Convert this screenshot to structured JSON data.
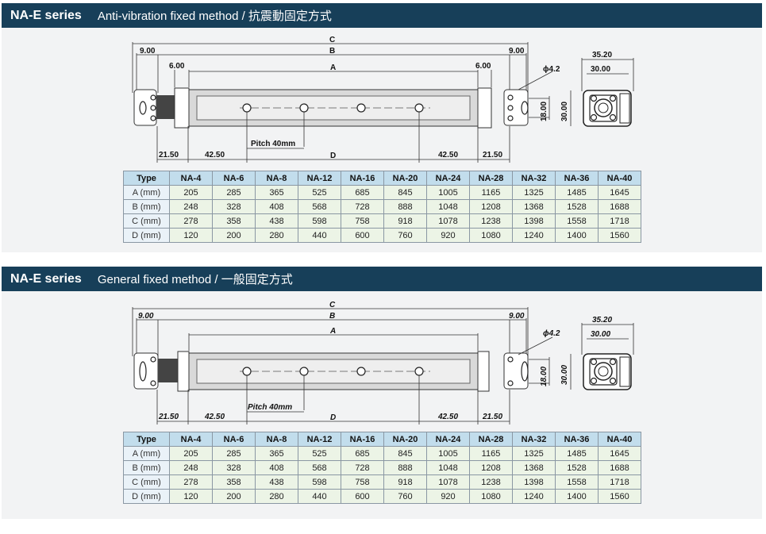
{
  "sections": [
    {
      "series": "NA-E series",
      "method": "Anti-vibration fixed method / 抗震動固定方式",
      "dims": {
        "C": "C",
        "B": "B",
        "A": "A",
        "D": "D",
        "left_9": "9.00",
        "right_9": "9.00",
        "left_6": "6.00",
        "right_6": "6.00",
        "hole": "ϕ4.2",
        "height_18": "18.00",
        "left_21": "21.50",
        "left_42": "42.50",
        "right_42": "42.50",
        "right_21": "21.50",
        "pitch": "Pitch 40mm",
        "width_35": "35.20",
        "width_30": "30.00",
        "height_30": "30.00"
      },
      "table": {
        "headers": [
          "Type",
          "NA-4",
          "NA-6",
          "NA-8",
          "NA-12",
          "NA-16",
          "NA-20",
          "NA-24",
          "NA-28",
          "NA-32",
          "NA-36",
          "NA-40"
        ],
        "rows": [
          [
            "A (mm)",
            "205",
            "285",
            "365",
            "525",
            "685",
            "845",
            "1005",
            "1165",
            "1325",
            "1485",
            "1645"
          ],
          [
            "B (mm)",
            "248",
            "328",
            "408",
            "568",
            "728",
            "888",
            "1048",
            "1208",
            "1368",
            "1528",
            "1688"
          ],
          [
            "C (mm)",
            "278",
            "358",
            "438",
            "598",
            "758",
            "918",
            "1078",
            "1238",
            "1398",
            "1558",
            "1718"
          ],
          [
            "D (mm)",
            "120",
            "200",
            "280",
            "440",
            "600",
            "760",
            "920",
            "1080",
            "1240",
            "1400",
            "1560"
          ]
        ]
      }
    },
    {
      "series": "NA-E series",
      "method": "General fixed method / 一般固定方式",
      "dims": {
        "C": "C",
        "B": "B",
        "A": "A",
        "D": "D",
        "left_9": "9.00",
        "right_9": "9.00",
        "hole": "ϕ4.2",
        "height_18": "18.00",
        "left_21": "21.50",
        "left_42": "42.50",
        "right_42": "42.50",
        "right_21": "21.50",
        "pitch": "Pitch 40mm",
        "width_35": "35.20",
        "width_30": "30.00",
        "height_30": "30.00"
      },
      "table": {
        "headers": [
          "Type",
          "NA-4",
          "NA-6",
          "NA-8",
          "NA-12",
          "NA-16",
          "NA-20",
          "NA-24",
          "NA-28",
          "NA-32",
          "NA-36",
          "NA-40"
        ],
        "rows": [
          [
            "A (mm)",
            "205",
            "285",
            "365",
            "525",
            "685",
            "845",
            "1005",
            "1165",
            "1325",
            "1485",
            "1645"
          ],
          [
            "B (mm)",
            "248",
            "328",
            "408",
            "568",
            "728",
            "888",
            "1048",
            "1208",
            "1368",
            "1528",
            "1688"
          ],
          [
            "C (mm)",
            "278",
            "358",
            "438",
            "598",
            "758",
            "918",
            "1078",
            "1238",
            "1398",
            "1558",
            "1718"
          ],
          [
            "D (mm)",
            "120",
            "200",
            "280",
            "440",
            "600",
            "760",
            "920",
            "1080",
            "1240",
            "1400",
            "1560"
          ]
        ]
      }
    }
  ]
}
